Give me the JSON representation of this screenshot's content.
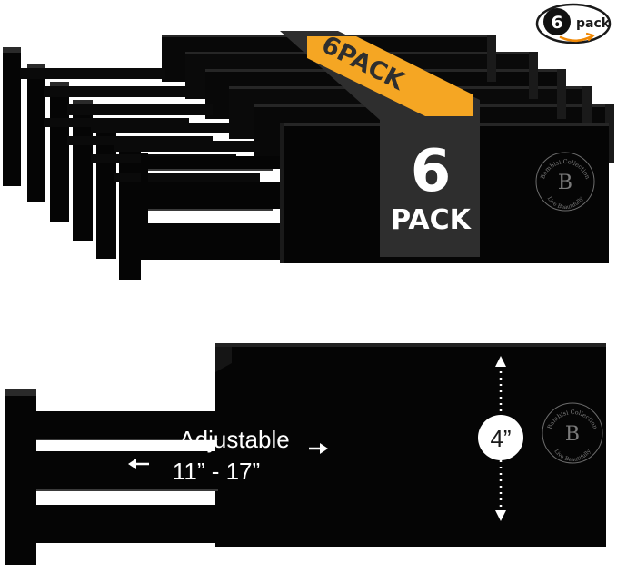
{
  "badge": {
    "number": "6",
    "label": "pack",
    "accent_color": "#f08804"
  },
  "top_product": {
    "sleeve_band_text": "6PACK",
    "sleeve_number": "6",
    "sleeve_word": "PACK",
    "band_color": "#f5a623",
    "sleeve_color": "#2e2e2e",
    "divider_color": "#050505",
    "brand_seal": {
      "brand_name": "Bambisi Collection",
      "tagline": "Live Beautifully",
      "monogram": "B"
    }
  },
  "bottom_product": {
    "adjustable_label": "Adjustable",
    "range_label": "11” - 17”",
    "height_label": "4”",
    "arrow_left_icon": "arrow-left-icon",
    "arrow_right_icon": "arrow-right-icon",
    "height_arrow_icon": "double-arrow-vertical-icon",
    "brand_seal": {
      "brand_name": "Bambisi Collection",
      "tagline": "Live Beautifully",
      "monogram": "B"
    }
  }
}
